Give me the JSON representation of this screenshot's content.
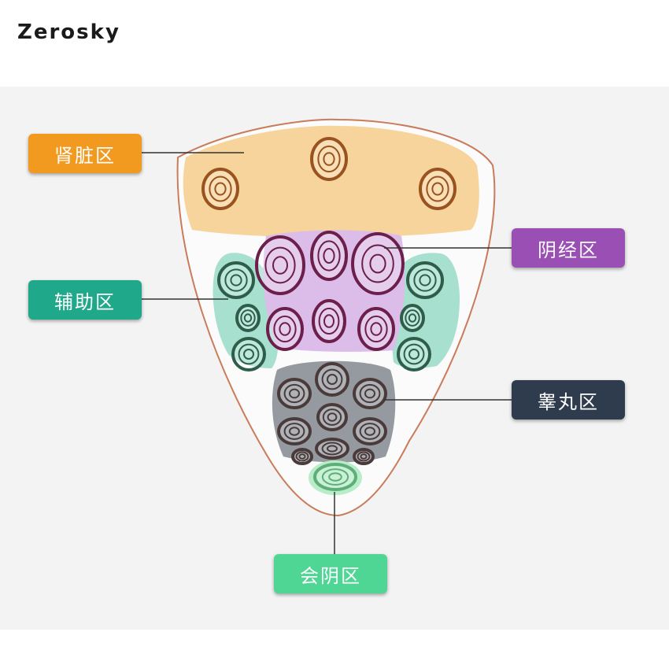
{
  "brand": {
    "name": "Zerosky"
  },
  "zones": [
    {
      "id": "kidney",
      "label": "肾脏区",
      "color": "#f29a1f",
      "fill": "#f6d49c"
    },
    {
      "id": "penis",
      "label": "阴经区",
      "color": "#9a4fb5",
      "fill": "#dcbce8"
    },
    {
      "id": "aux",
      "label": "辅助区",
      "color": "#1fa88a",
      "fill": "#a8e0cf"
    },
    {
      "id": "testicle",
      "label": "睾丸区",
      "color": "#2f3c4d",
      "fill": "#8a8f97"
    },
    {
      "id": "perineum",
      "label": "会阴区",
      "color": "#4fd694",
      "fill": "#b9ecc9"
    }
  ],
  "colors": {
    "background": "#ffffff",
    "stage": "#f3f3f3",
    "outline": "#c97b5a",
    "connector": "#333333",
    "ring_kidney": "#9a5320",
    "ring_penis": "#6b1f4a",
    "ring_aux": "#2e5e4a",
    "ring_testicle": "#4a3a3a",
    "ring_perineum": "#5fae7a"
  }
}
